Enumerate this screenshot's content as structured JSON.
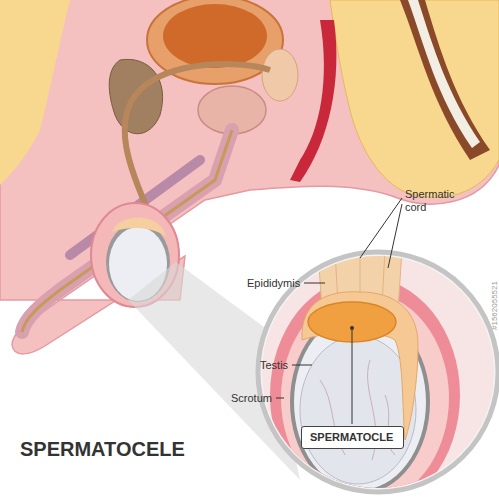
{
  "diagram": {
    "title": "SPERMATOCELE",
    "nodes": [
      {
        "text": [
          "SPERMATOCLE"
        ]
      }
    ],
    "labels": [
      "Spermatic cord",
      "Epididymis",
      "Testis",
      "Scrotum",
      "#1562055521"
    ]
  }
}
